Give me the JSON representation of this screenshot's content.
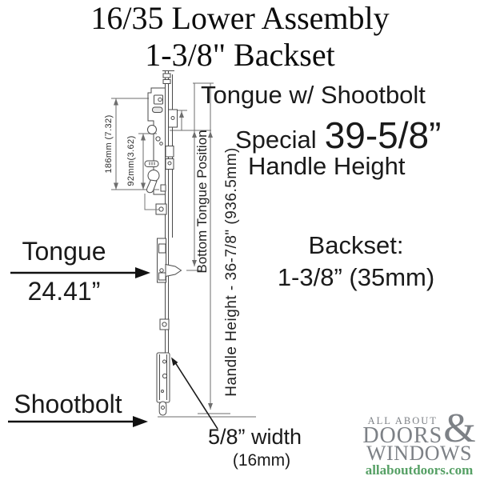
{
  "title": {
    "line1": "16/35 Lower Assembly",
    "line2": "1-3/8\" Backset"
  },
  "callouts": {
    "tongue_shootbolt": "Tongue w/ Shootbolt",
    "special_prefix": "Special",
    "special_value": "39-5/8”",
    "special_suffix": "Handle Height",
    "backset_label": "Backset:",
    "backset_value": "1-3/8” (35mm)",
    "tongue_label": "Tongue",
    "tongue_value": "24.41”",
    "shootbolt_label": "Shootbolt",
    "width_label": "5/8” width",
    "width_metric": "(16mm)"
  },
  "dimensions": {
    "dim_186": "186mm (7.32)",
    "dim_92": "92mm(3.62)",
    "bottom_tongue_position": "Bottom Tongue Position",
    "handle_height": "Handle Height - 36-7/8\" (936.5mm)"
  },
  "logo": {
    "top": "ALL ABOUT",
    "doors": "DOORS",
    "amp": "&",
    "windows": "WINDOWS",
    "url": "allaboutdoors.com"
  },
  "colors": {
    "ink": "#0c0c0c",
    "drawing_line": "#4a4a4a",
    "dimension_line": "#6e6e6e",
    "logo_gray": "#7d8186",
    "logo_green": "#56a065"
  }
}
